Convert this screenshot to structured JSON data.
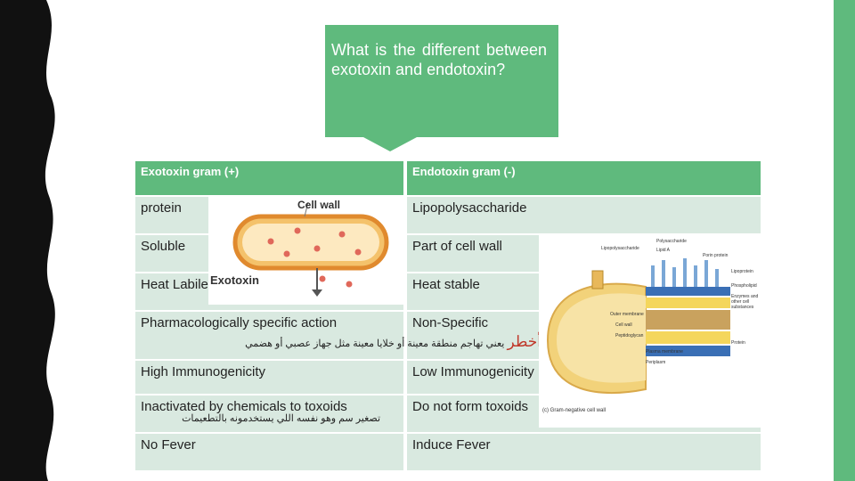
{
  "slide": {
    "question": "What is the different between exotoxin and endotoxin?"
  },
  "table": {
    "headers": [
      "Exotoxin gram (+)",
      "Endotoxin gram (-)"
    ],
    "rows": [
      [
        "protein",
        "Lipopolysaccharide"
      ],
      [
        "Soluble",
        "Part of cell wall"
      ],
      [
        "Heat Labile",
        "Heat stable"
      ],
      [
        "Pharmacologically specific action",
        "Non-Specific"
      ],
      [
        "High Immunogenicity",
        "Low Immunogenicity"
      ],
      [
        "Inactivated by chemicals to toxoids",
        "Do not form toxoids"
      ],
      [
        "No Fever",
        "Induce Fever"
      ]
    ],
    "arabic_note_1_main": "يعني تهاجم منطقة معينة أو خلايا معينة مثل جهاز عصبي أو هضمي",
    "arabic_note_1_emph": "أخطر",
    "arabic_note_2": "تصغير سم وهو نفسه اللي يستخدمونه بالتطعيمات"
  },
  "figure_exotoxin": {
    "label_top": "Cell wall",
    "label_bottom": "Exotoxin"
  },
  "figure_endotoxin": {
    "labels": [
      "Lipopolysaccharide",
      "Polysaccharide",
      "Lipid A",
      "Porin protein",
      "Lipoprotein",
      "Phospholipid",
      "Enzymes and other cell substances",
      "Outer membrane",
      "Cell wall",
      "Peptidoglycan",
      "Plasma membrane",
      "Periplasm",
      "Protein"
    ],
    "caption": "(c) Gram-negative cell wall"
  },
  "colors": {
    "accent": "#5fba7d",
    "cell_bg": "#d9e9e0",
    "emphasis": "#c0392b"
  }
}
